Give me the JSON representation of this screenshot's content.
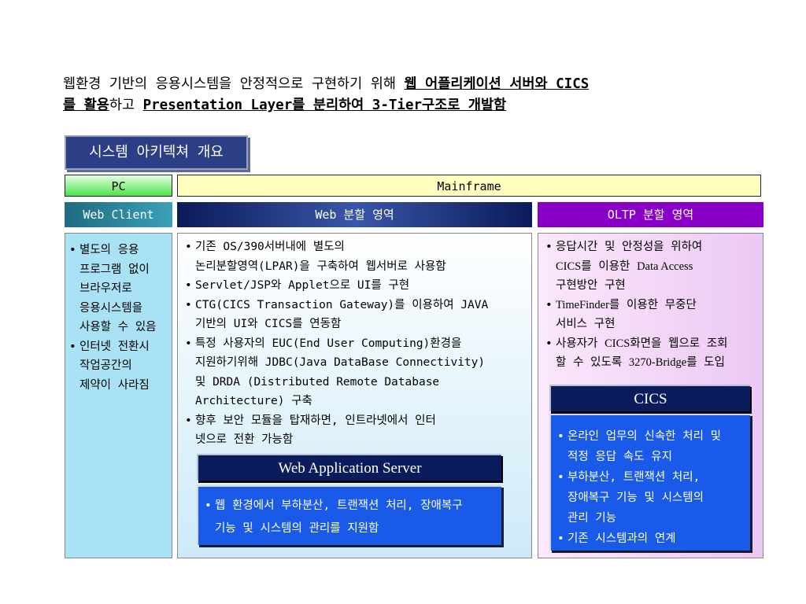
{
  "intro": {
    "line1_plain": "웹환경 기반의 응용시스템을 안정적으로 구현하기 위해 ",
    "line1_underlined": "웹 어플리케이션 서버와 CICS",
    "line2_underlined_a": "를 활용",
    "line2_plain": "하고 ",
    "line2_underlined_b": "Presentation Layer를 분리하여 3-Tier구조로 개발함"
  },
  "section_title": "시스템 아키텍쳐 개요",
  "tiers": {
    "pc": "PC",
    "mainframe": "Mainframe"
  },
  "zones": {
    "web_client": "Web Client",
    "web": "Web 분할 영역",
    "oltp": "OLTP 분할 영역"
  },
  "web_client_bullets": [
    "별도의 응용\n프로그램 없이\n브라우저로\n응용시스템을\n사용할 수 있음",
    "인터넷 전환시\n작업공간의\n제약이 사라짐"
  ],
  "web_bullets": [
    "기존 OS/390서버내에 별도의\n논리분할영역(LPAR)을 구축하여 웹서버로 사용함",
    "Servlet/JSP와 Applet으로 UI를 구현",
    "CTG(CICS Transaction Gateway)를 이용하여 JAVA\n기반의 UI와 CICS를 연동함",
    "특정 사용자의 EUC(End User Computing)환경을\n지원하기위해 JDBC(Java DataBase Connectivity)\n및 DRDA (Distributed Remote Database\nArchitecture) 구축",
    "향후 보안 모듈을 탑재하면, 인트라넷에서 인터\n넷으로 전환 가능함"
  ],
  "was": {
    "title": "Web Application Server",
    "bullets": [
      "웹 환경에서 부하분산, 트랜잭션 처리, 장애복구\n기능 및 시스템의 관리를 지원함"
    ]
  },
  "oltp_bullets": [
    {
      "parts": [
        "응답시간 및 안정성을 위하여\n",
        "CICS",
        "를 이용한 ",
        "Data Access",
        "\n구현방안 구현"
      ]
    },
    {
      "parts": [
        "",
        "TimeFinder",
        "를 이용한 무중단\n서비스 구현"
      ]
    },
    {
      "parts": [
        "사용자가 ",
        "CICS",
        "화면을 웹으로 조회\n할 수 있도록 ",
        "3270-Bridge",
        "를 도입"
      ]
    }
  ],
  "cics": {
    "title": "CICS",
    "bullets": [
      "온라인 업무의 신속한 처리 및\n적정 응답 속도 유지",
      "부하분산, 트랜잭션 처리,\n장애복구 기능 및 시스템의\n관리 기능",
      "기존 시스템과의 연계"
    ]
  },
  "colors": {
    "section_title_bg": "#2b3e86",
    "pc_header": "#4ae54a",
    "mainframe_header": "#ffffc0",
    "oltp_header": "#8a00c8",
    "blue_box": "#1a5ae8",
    "dark_navy": "#0b1c5c"
  }
}
